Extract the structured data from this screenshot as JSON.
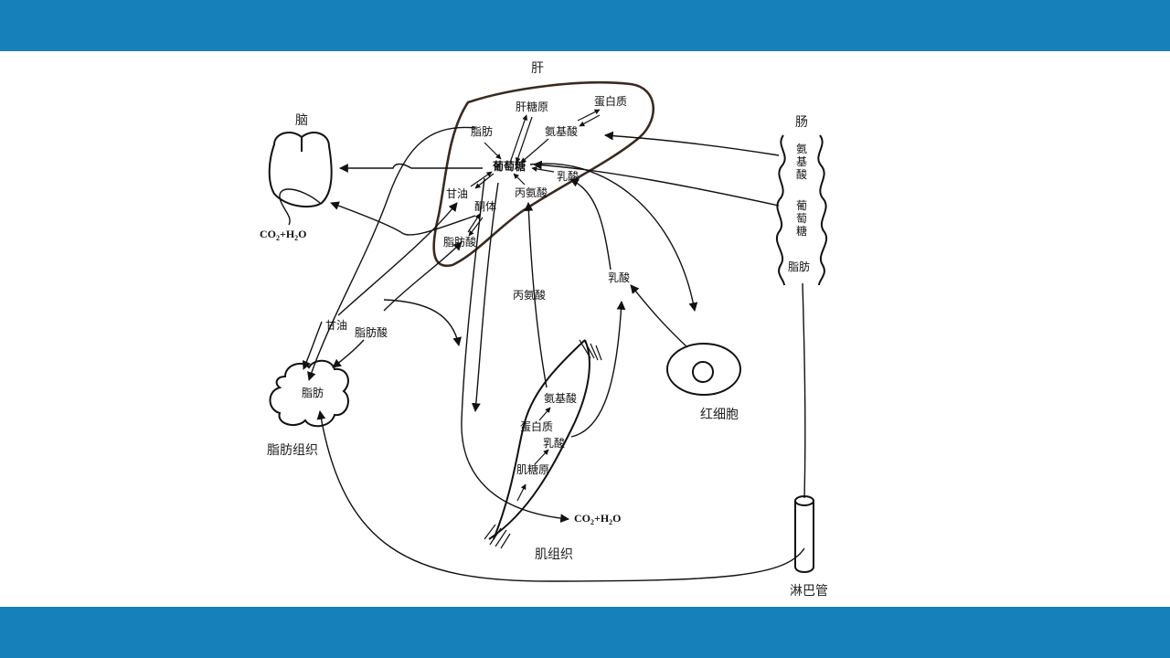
{
  "theme": {
    "bar_color": "#1580b9"
  },
  "organs": {
    "liver": "肝",
    "brain": "脑",
    "intestine": "肠",
    "adipose": "脂肪组织",
    "muscle": "肌组织",
    "rbc": "红细胞",
    "lymph": "淋巴管"
  },
  "liver_labels": {
    "glycogen": "肝糖原",
    "protein": "蛋白质",
    "fat": "脂肪",
    "amino_acid": "氨基酸",
    "glucose": "葡萄糖",
    "lactate": "乳酸",
    "glycerol": "甘油",
    "alanine": "丙氨酸",
    "ketone": "酮体",
    "fatty_acid": "脂肪酸"
  },
  "intestine_labels": {
    "amino_acid": "氨基酸",
    "glucose": "葡萄糖",
    "fat": "脂肪"
  },
  "pathway_labels": {
    "alanine": "丙氨酸",
    "lactate": "乳酸",
    "glycerol": "甘油",
    "fatty_acid": "脂肪酸"
  },
  "adipose_labels": {
    "fat": "脂肪"
  },
  "muscle_labels": {
    "amino_acid": "氨基酸",
    "protein": "蛋白质",
    "lactate": "乳酸",
    "glycogen": "肌糖原"
  },
  "co2": {
    "co": "CO",
    "two": "2",
    "plus_h": "+H",
    "h2": "2",
    "o": "O"
  }
}
